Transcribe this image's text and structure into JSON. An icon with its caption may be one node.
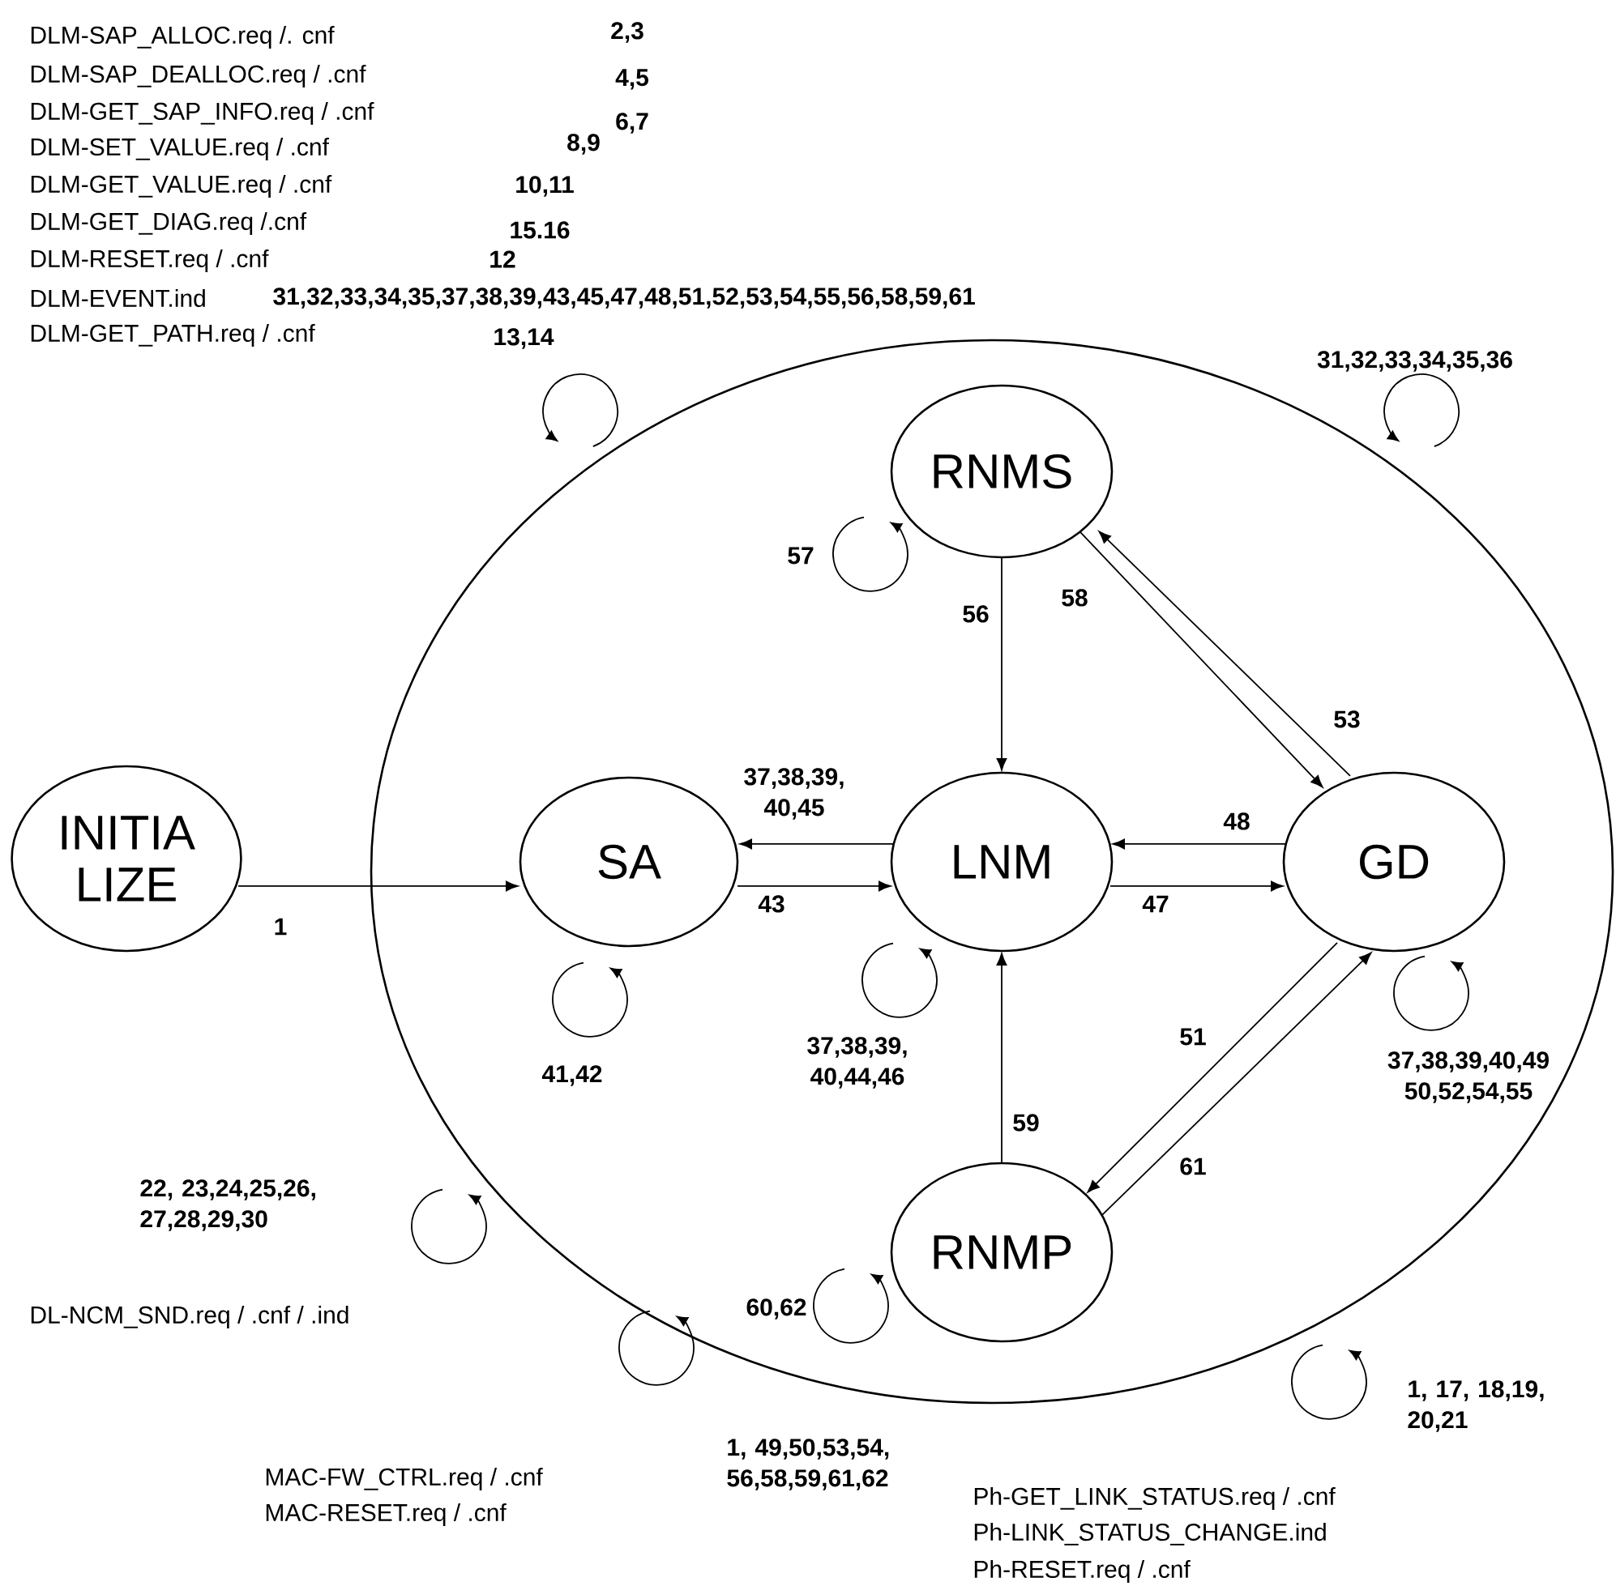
{
  "diagram": {
    "nodes": [
      {
        "text": [],
        "shape": "ellipse"
      },
      {
        "text": [
          "RNMS"
        ],
        "in": 0
      },
      {
        "text": [
          "INITIA LIZE"
        ]
      },
      {
        "text": [
          "SA"
        ],
        "in": 0
      },
      {
        "text": [
          "LNM"
        ],
        "in": 0
      },
      {
        "text": [
          "GD"
        ],
        "in": 0
      },
      {
        "text": [
          "RNMP"
        ],
        "in": 0
      }
    ],
    "edges": [
      {
        "from": 2,
        "to": 3,
        "arrow": "to",
        "label": "1"
      },
      {
        "from": 4,
        "to": 3,
        "arrow": "to",
        "label": "37,38,39, 40,45"
      },
      {
        "from": 3,
        "to": 4,
        "arrow": "to",
        "label": "43"
      },
      {
        "from": 5,
        "to": 4,
        "arrow": "to",
        "label": "48"
      },
      {
        "from": 4,
        "to": 5,
        "arrow": "to",
        "label": "47"
      },
      {
        "from": 1,
        "to": 4,
        "arrow": "to",
        "label": "56"
      },
      {
        "from": 1,
        "to": 5,
        "arrow": "to",
        "label": "58"
      },
      {
        "from": 5,
        "to": 1,
        "arrow": "to",
        "label": "53"
      },
      {
        "from": 6,
        "to": 4,
        "arrow": "to",
        "label": "59"
      },
      {
        "from": 5,
        "to": 6,
        "arrow": "to",
        "label": "51"
      },
      {
        "from": 6,
        "to": 5,
        "arrow": "to",
        "label": "61"
      }
    ],
    "labels": [
      "DLM-SAP_ALLOC.req /. cnf",
      "2,3",
      "DLM-SAP_DEALLOC.req / .cnf",
      "4,5",
      "DLM-GET_SAP_INFO.req / .cnf",
      "6,7",
      "DLM-SET_VALUE.req / .cnf",
      "8,9",
      "DLM-GET_VALUE.req / .cnf",
      "10,11",
      "DLM-GET_DIAG.req /.cnf",
      "15.16",
      "DLM-RESET.req / .cnf",
      "12",
      "DLM-EVENT.ind",
      "31,32,33,34,35,37,38,39,43,45,47,48,51,52,53,54,55,56,58,59,61",
      "DLM-GET_PATH.req / .cnf",
      "13,14",
      "31,32,33,34,35,36",
      "57",
      "41,42",
      "37,38,39, 40,44,46",
      "37,38,39,40,49 50,52,54,55",
      "22, 23,24,25,26, 27,28,29,30",
      "DL-NCM_SND.req / .cnf / .ind",
      "60,62",
      "1, 17, 18,19, 20,21",
      "1, 49,50,53,54, 56,58,59,61,62",
      "MAC-FW_CTRL.req / .cnf",
      "MAC-RESET.req / .cnf",
      "Ph-GET_LINK_STATUS.req / .cnf",
      "Ph-LINK_STATUS_CHANGE.ind",
      "Ph-RESET.req / .cnf"
    ]
  }
}
